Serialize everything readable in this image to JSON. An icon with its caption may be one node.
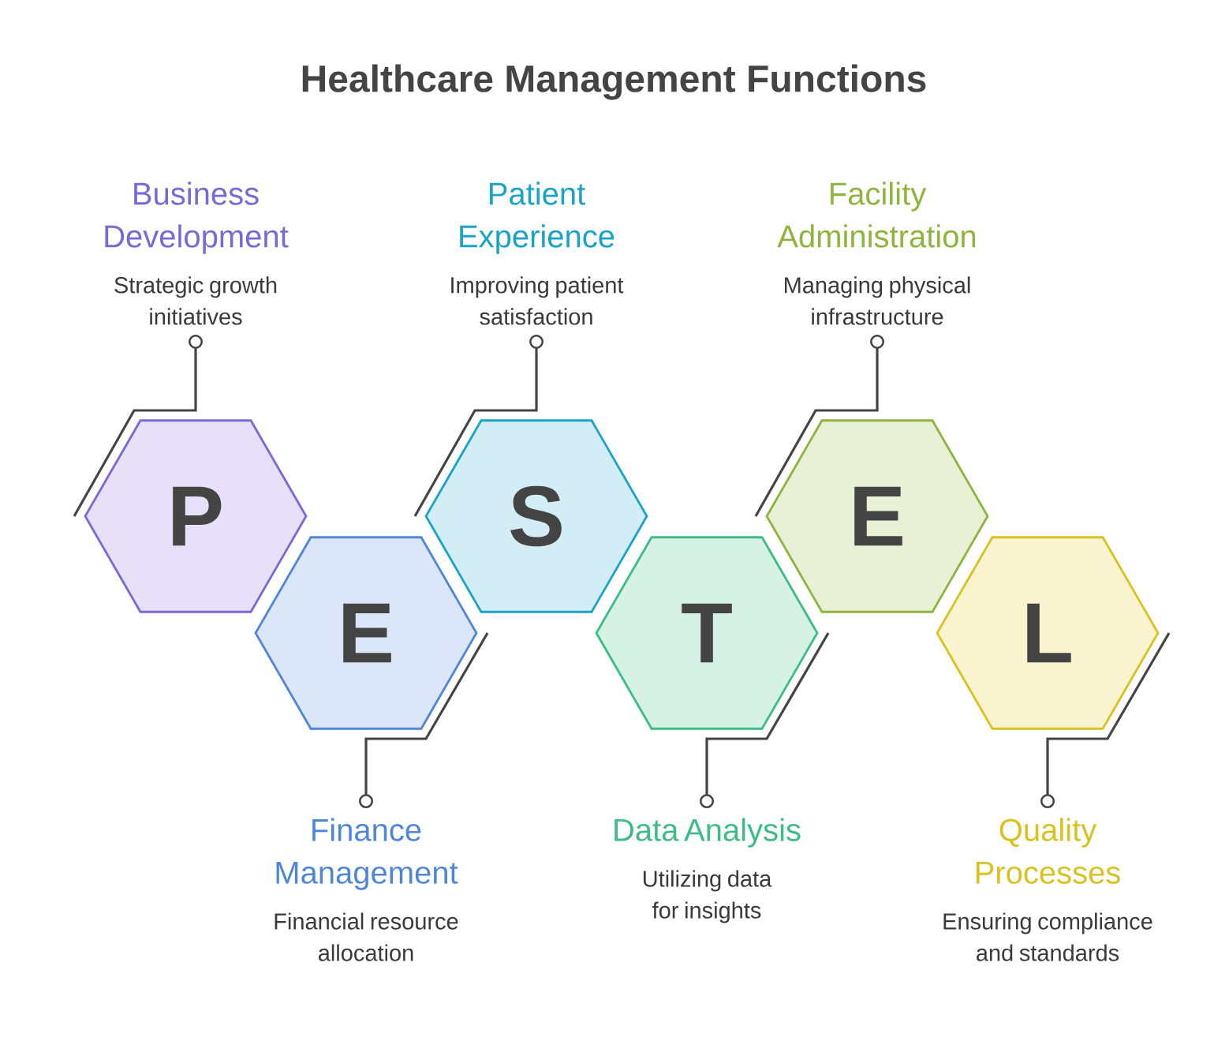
{
  "diagram": {
    "title": "Healthcare Management Functions",
    "nodes": [
      {
        "text": [
          "P"
        ]
      },
      {
        "text": [
          "E"
        ]
      },
      {
        "text": [
          "S"
        ]
      },
      {
        "text": [
          "T"
        ]
      },
      {
        "text": [
          "E"
        ]
      },
      {
        "text": [
          "L"
        ]
      },
      {
        "text": [
          "Business Development",
          "Strategic growth initiatives"
        ]
      },
      {
        "text": [
          "Patient Experience",
          "Improving patient satisfaction"
        ]
      },
      {
        "text": [
          "Facility Administration",
          "Managing physical infrastructure"
        ]
      },
      {
        "text": [
          "Finance Management",
          "Financial resource allocation"
        ]
      },
      {
        "text": [
          "Data Analysis",
          "Utilizing data for insights"
        ]
      },
      {
        "text": [
          "Quality Processes",
          "Ensuring compliance and standards"
        ]
      }
    ],
    "edges": [
      {
        "from": 6,
        "to": 0,
        "arrow": "other"
      },
      {
        "from": 7,
        "to": 2,
        "arrow": "other"
      },
      {
        "from": 8,
        "to": 4,
        "arrow": "other"
      },
      {
        "from": 9,
        "to": 1,
        "arrow": "other"
      },
      {
        "from": 10,
        "to": 3,
        "arrow": "other"
      },
      {
        "from": 11,
        "to": 5,
        "arrow": "other"
      }
    ]
  }
}
